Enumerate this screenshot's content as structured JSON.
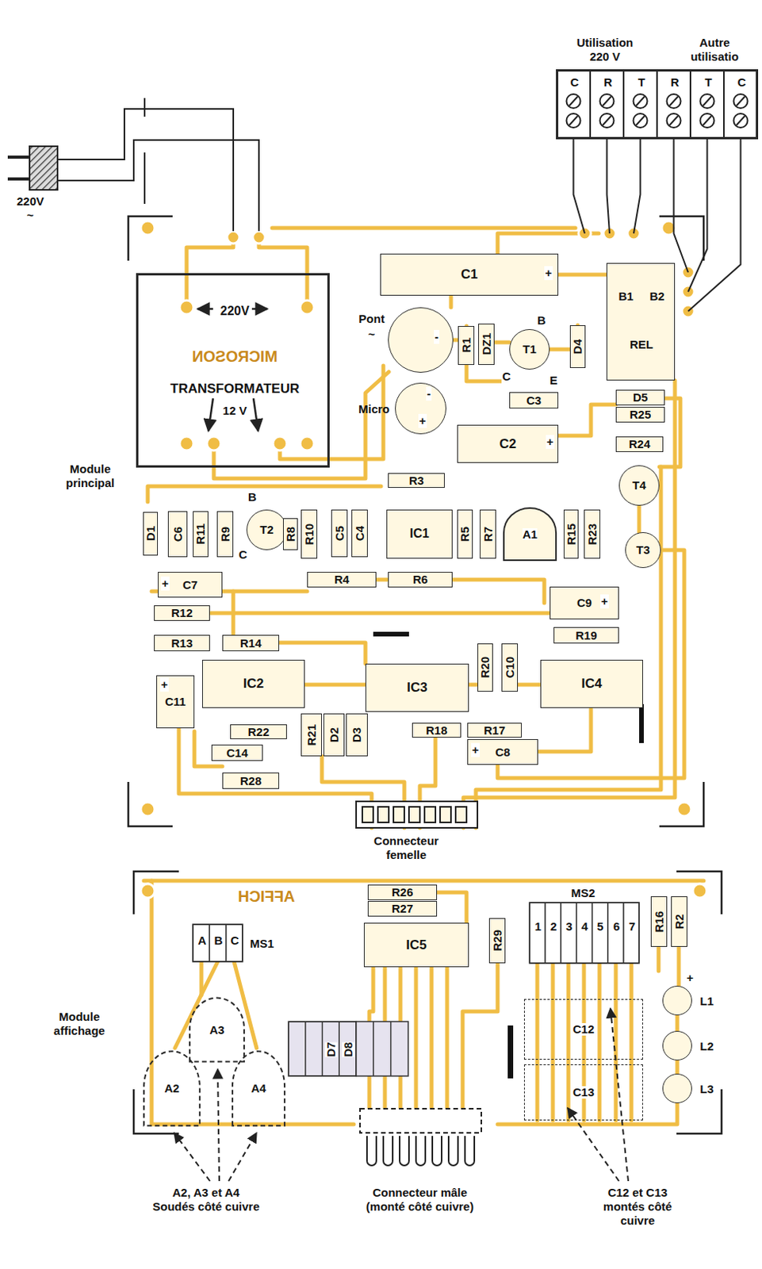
{
  "diagram": {
    "nodes": [
      {
        "text": [
          "C",
          "R",
          "T",
          "R",
          "T",
          "C"
        ]
      },
      {
        "text": [
          "220V",
          "MICROSON",
          "TRANSFORMATEUR",
          "12 V"
        ]
      },
      {
        "text": [
          "C1"
        ]
      },
      {
        "text": [
          "Pont",
          "~"
        ]
      },
      {
        "text": [
          "Micro"
        ]
      },
      {
        "text": [
          "R1"
        ]
      },
      {
        "text": [
          "DZ1"
        ]
      },
      {
        "text": [
          "T1"
        ]
      },
      {
        "text": [
          "D4"
        ]
      },
      {
        "text": [
          "B1",
          "B2",
          "REL"
        ]
      },
      {
        "text": [
          "C3"
        ]
      },
      {
        "text": [
          "C2"
        ]
      },
      {
        "text": [
          "D5"
        ]
      },
      {
        "text": [
          "R25"
        ]
      },
      {
        "text": [
          "R24"
        ]
      },
      {
        "text": [
          "T4"
        ]
      },
      {
        "text": [
          "T3"
        ]
      },
      {
        "text": [
          "D1"
        ]
      },
      {
        "text": [
          "C6"
        ]
      },
      {
        "text": [
          "R11"
        ]
      },
      {
        "text": [
          "R9"
        ]
      },
      {
        "text": [
          "T2"
        ]
      },
      {
        "text": [
          "R8"
        ]
      },
      {
        "text": [
          "R10"
        ]
      },
      {
        "text": [
          "C5"
        ]
      },
      {
        "text": [
          "C4"
        ]
      },
      {
        "text": [
          "R3"
        ]
      },
      {
        "text": [
          "IC1"
        ]
      },
      {
        "text": [
          "R5"
        ]
      },
      {
        "text": [
          "R7"
        ]
      },
      {
        "text": [
          "A1"
        ]
      },
      {
        "text": [
          "R15"
        ]
      },
      {
        "text": [
          "R23"
        ]
      },
      {
        "text": [
          "C7"
        ]
      },
      {
        "text": [
          "R4"
        ]
      },
      {
        "text": [
          "R6"
        ]
      },
      {
        "text": [
          "C9"
        ]
      },
      {
        "text": [
          "R12"
        ]
      },
      {
        "text": [
          "R19"
        ]
      },
      {
        "text": [
          "R13"
        ]
      },
      {
        "text": [
          "R14"
        ]
      },
      {
        "text": [
          "IC2"
        ]
      },
      {
        "text": [
          "C11"
        ]
      },
      {
        "text": [
          "IC3"
        ]
      },
      {
        "text": [
          "R20"
        ]
      },
      {
        "text": [
          "C10"
        ]
      },
      {
        "text": [
          "IC4"
        ]
      },
      {
        "text": [
          "R22"
        ]
      },
      {
        "text": [
          "R21"
        ]
      },
      {
        "text": [
          "D2"
        ]
      },
      {
        "text": [
          "D3"
        ]
      },
      {
        "text": [
          "R18"
        ]
      },
      {
        "text": [
          "R17"
        ]
      },
      {
        "text": [
          "C8"
        ]
      },
      {
        "text": [
          "C14"
        ]
      },
      {
        "text": [
          "R28"
        ]
      },
      {
        "text": [
          "R26"
        ]
      },
      {
        "text": [
          "R27"
        ]
      },
      {
        "text": [
          "A",
          "B",
          "C",
          "MS1"
        ]
      },
      {
        "text": [
          "IC5"
        ]
      },
      {
        "text": [
          "R29"
        ]
      },
      {
        "text": [
          "MS2",
          "1",
          "2",
          "3",
          "4",
          "5",
          "6",
          "7"
        ]
      },
      {
        "text": [
          "R16"
        ]
      },
      {
        "text": [
          "R2"
        ]
      },
      {
        "text": [
          "L1"
        ]
      },
      {
        "text": [
          "L2"
        ]
      },
      {
        "text": [
          "L3"
        ]
      },
      {
        "text": [
          "A3"
        ]
      },
      {
        "text": [
          "A2"
        ]
      },
      {
        "text": [
          "A4"
        ]
      },
      {
        "text": [
          "D7",
          "D8"
        ]
      },
      {
        "text": [
          "C12"
        ]
      },
      {
        "text": [
          "C13"
        ]
      }
    ],
    "labels": [
      "220V ~",
      "Utilisation 220 V",
      "Autre utilisatio",
      "Module principal",
      "+",
      "-",
      "-",
      "+",
      "B",
      "C",
      "E",
      "+",
      "B",
      "C",
      "+",
      "+",
      "+",
      "+",
      "Connecteur femelle",
      "AFFICH",
      "Module affichage",
      "+",
      "A2, A3 et A4 Soudés côté cuivre",
      "Connecteur mâle (monté côté cuivre)",
      "C12 et C13 montés côté cuivre"
    ]
  }
}
